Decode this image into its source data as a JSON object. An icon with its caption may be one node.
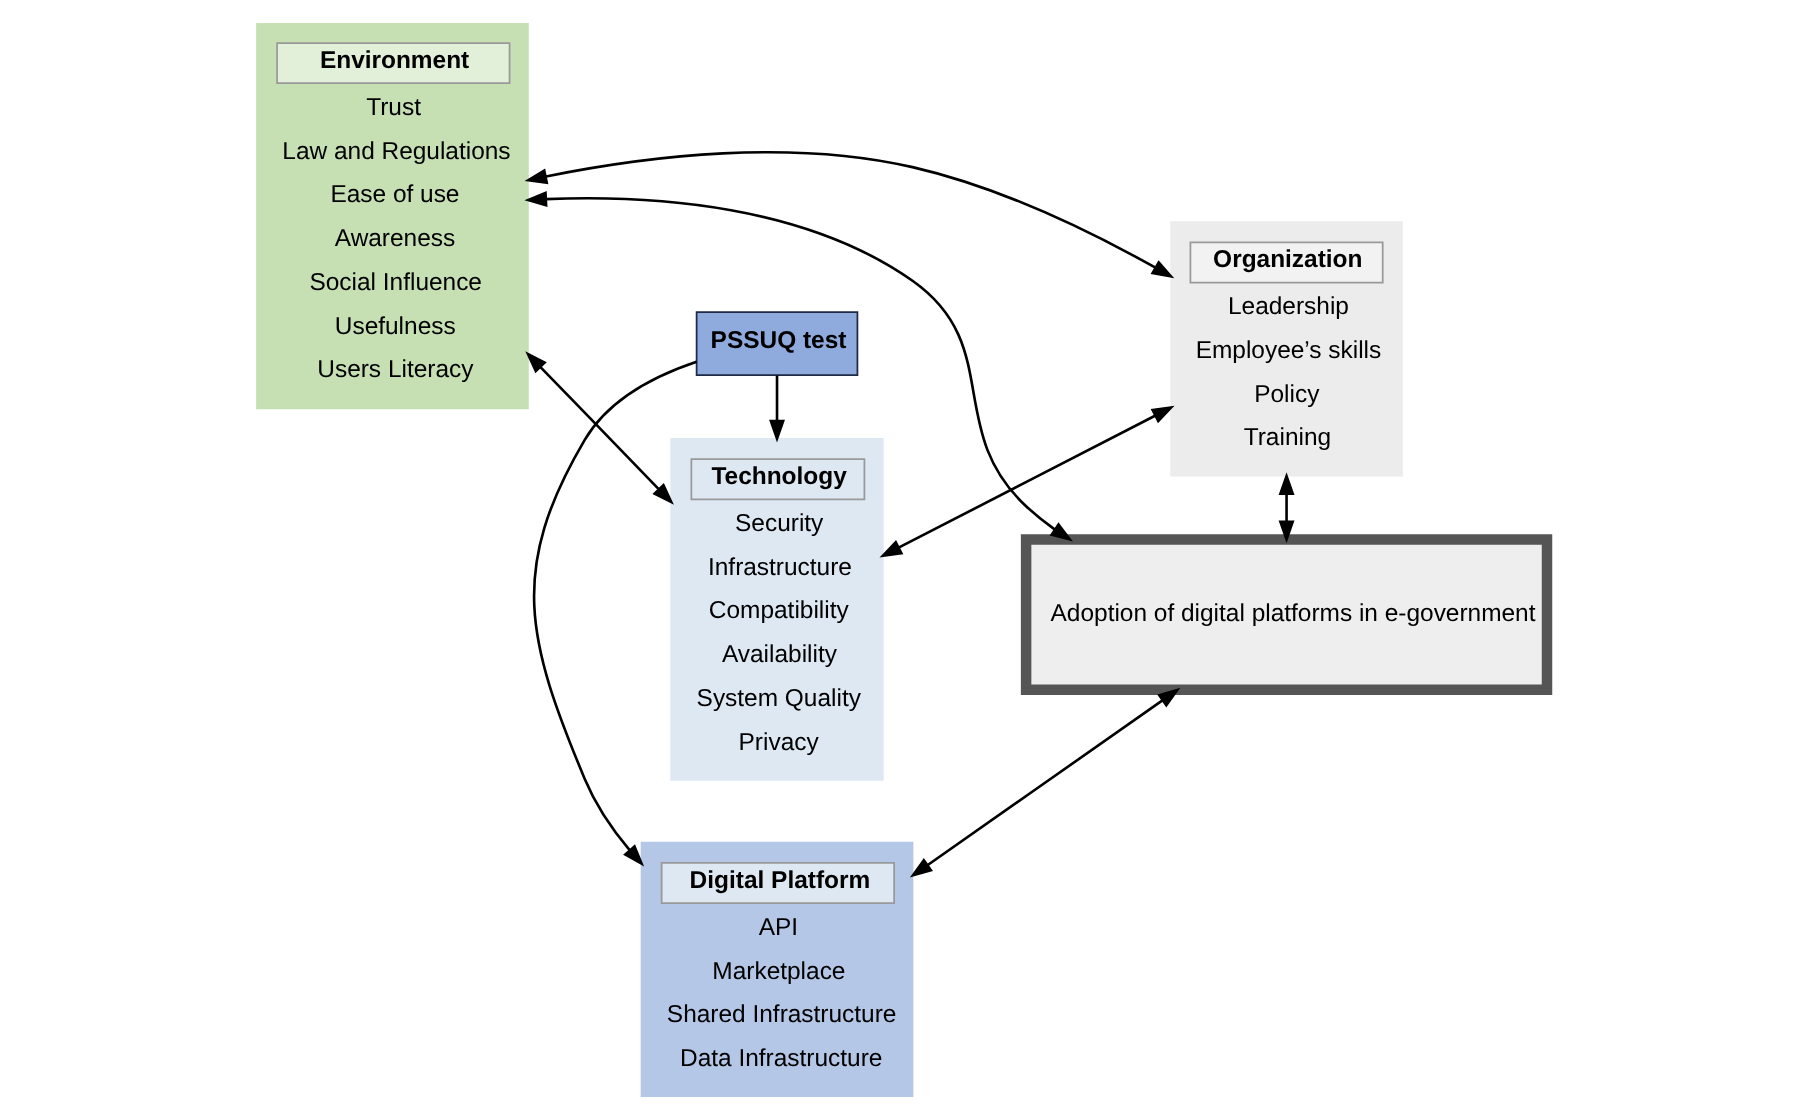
{
  "diagram": {
    "nodes": [
      {
        "text": [
          "Technology",
          "Security",
          "Infrastructure",
          "Compatibility",
          "Availability",
          "System Quality",
          "Privacy"
        ]
      },
      {
        "text": [
          "Organization",
          "Leadership",
          "Employee’s skills",
          "Policy",
          "Training"
        ]
      },
      {
        "text": [
          "Environment",
          "Trust",
          "Law and Regulations",
          "Ease of use",
          "Awareness",
          "Social Influence",
          "Usefulness",
          "Users Literacy"
        ]
      },
      {
        "text": [
          "PSSUQ test"
        ]
      },
      {
        "text": [
          "Digital Platform",
          "API",
          "Marketplace",
          "Shared Infrastructure",
          "Data Infrastructure"
        ]
      },
      {
        "text": [
          "Adoption of digital platforms in e-government"
        ]
      }
    ],
    "edges": [
      {
        "from": 2,
        "to": 1,
        "arrow": "both"
      },
      {
        "from": 2,
        "to": 0,
        "arrow": "both"
      },
      {
        "from": 0,
        "to": 1,
        "arrow": "both"
      },
      {
        "from": 3,
        "to": 0,
        "arrow": "to"
      },
      {
        "from": 3,
        "to": 4,
        "arrow": "to"
      },
      {
        "from": 1,
        "to": 5,
        "arrow": "both"
      },
      {
        "from": 4,
        "to": 5,
        "arrow": "both"
      },
      {
        "from": 5,
        "to": 2,
        "arrow": "both"
      }
    ]
  }
}
